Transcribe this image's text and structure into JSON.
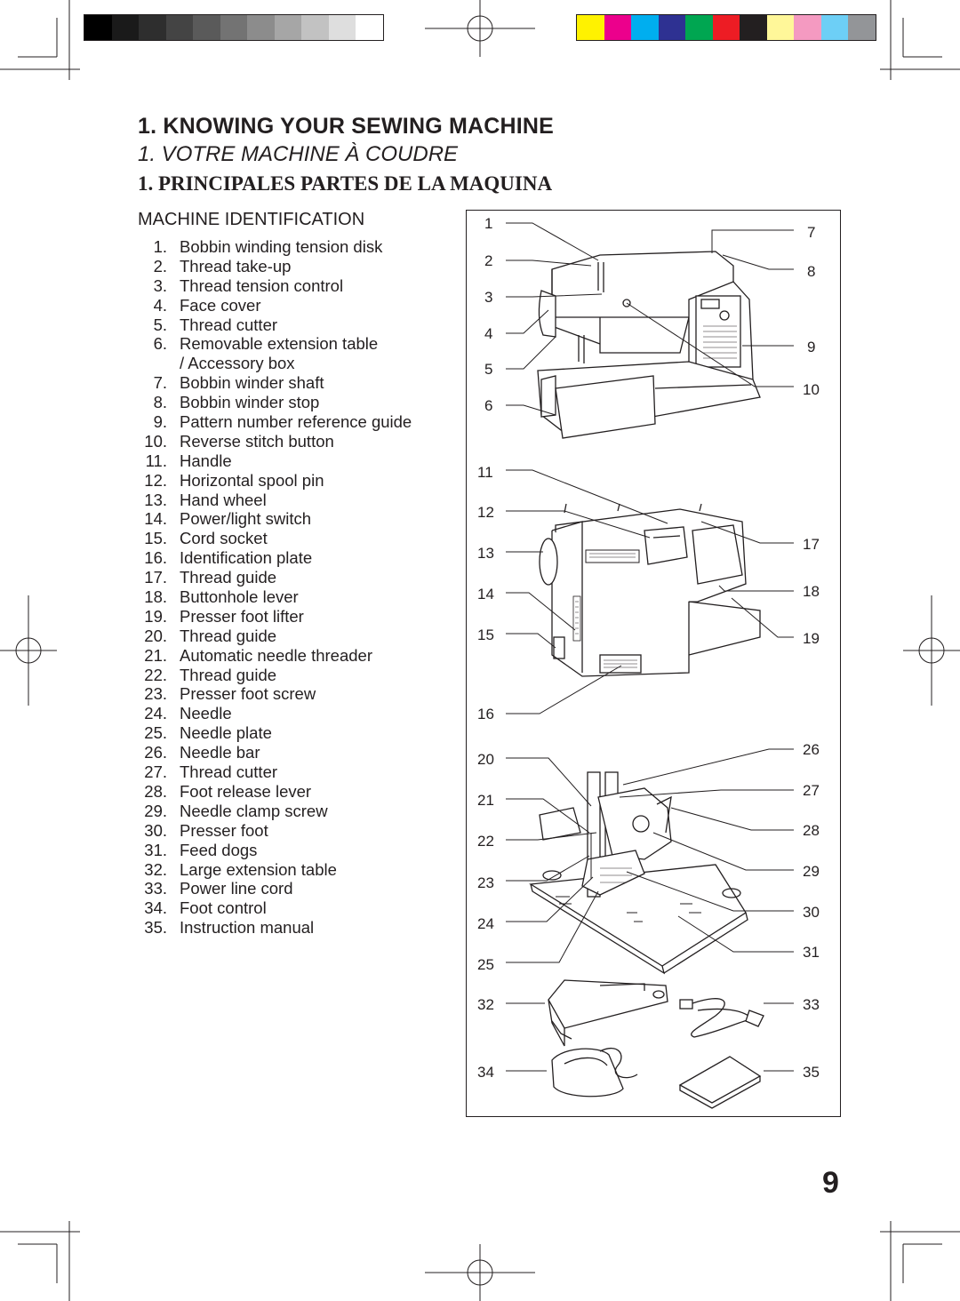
{
  "print_marks": {
    "grayscale_swatches": [
      "#000000",
      "#1a1a1a",
      "#2e2e2e",
      "#444444",
      "#5a5a5a",
      "#737373",
      "#8c8c8c",
      "#a6a6a6",
      "#c2c2c2",
      "#dedede",
      "#ffffff"
    ],
    "color_swatches": [
      "#fff200",
      "#ec008c",
      "#00aeef",
      "#2e3192",
      "#00a651",
      "#ed1c24",
      "#231f20",
      "#fff799",
      "#f49ac1",
      "#6dcff6",
      "#939598"
    ]
  },
  "titles": {
    "en": "1.  KNOWING YOUR SEWING MACHINE",
    "fr": "1.  VOTRE MACHINE À COUDRE",
    "es": "1.  PRINCIPALES PARTES DE LA MAQUINA"
  },
  "section_heading": "MACHINE IDENTIFICATION",
  "parts": [
    {
      "num": "1.",
      "label": "Bobbin winding tension disk"
    },
    {
      "num": "2.",
      "label": "Thread take-up"
    },
    {
      "num": "3.",
      "label": "Thread tension control"
    },
    {
      "num": "4.",
      "label": "Face cover"
    },
    {
      "num": "5.",
      "label": "Thread cutter"
    },
    {
      "num": "6.",
      "label": "Removable extension table"
    },
    {
      "num": "",
      "label": "/ Accessory box"
    },
    {
      "num": "7.",
      "label": "Bobbin winder shaft"
    },
    {
      "num": "8.",
      "label": "Bobbin winder stop"
    },
    {
      "num": "9.",
      "label": "Pattern number reference guide"
    },
    {
      "num": "10.",
      "label": "Reverse stitch button"
    },
    {
      "num": "11.",
      "label": "Handle"
    },
    {
      "num": "12.",
      "label": "Horizontal spool pin"
    },
    {
      "num": "13.",
      "label": "Hand wheel"
    },
    {
      "num": "14.",
      "label": "Power/light switch"
    },
    {
      "num": "15.",
      "label": "Cord socket"
    },
    {
      "num": "16.",
      "label": "Identification plate"
    },
    {
      "num": "17.",
      "label": "Thread guide"
    },
    {
      "num": "18.",
      "label": "Buttonhole lever"
    },
    {
      "num": "19.",
      "label": "Presser foot lifter"
    },
    {
      "num": "20.",
      "label": "Thread guide"
    },
    {
      "num": "21.",
      "label": "Automatic needle threader"
    },
    {
      "num": "22.",
      "label": "Thread guide"
    },
    {
      "num": "23.",
      "label": "Presser foot screw"
    },
    {
      "num": "24.",
      "label": "Needle"
    },
    {
      "num": "25.",
      "label": "Needle plate"
    },
    {
      "num": "26.",
      "label": "Needle bar"
    },
    {
      "num": "27.",
      "label": "Thread cutter"
    },
    {
      "num": "28.",
      "label": "Foot release lever"
    },
    {
      "num": "29.",
      "label": "Needle clamp screw"
    },
    {
      "num": "30.",
      "label": "Presser foot"
    },
    {
      "num": "31.",
      "label": "Feed dogs"
    },
    {
      "num": "32.",
      "label": "Large extension table"
    },
    {
      "num": "33.",
      "label": "Power line cord"
    },
    {
      "num": "34.",
      "label": "Foot control"
    },
    {
      "num": "35.",
      "label": "Instruction manual"
    }
  ],
  "callouts": {
    "c1": "1",
    "c2": "2",
    "c3": "3",
    "c4": "4",
    "c5": "5",
    "c6": "6",
    "c7": "7",
    "c8": "8",
    "c9": "9",
    "c10": "10",
    "c11": "11",
    "c12": "12",
    "c13": "13",
    "c14": "14",
    "c15": "15",
    "c16": "16",
    "c17": "17",
    "c18": "18",
    "c19": "19",
    "c20": "20",
    "c21": "21",
    "c22": "22",
    "c23": "23",
    "c24": "24",
    "c25": "25",
    "c26": "26",
    "c27": "27",
    "c28": "28",
    "c29": "29",
    "c30": "30",
    "c31": "31",
    "c32": "32",
    "c33": "33",
    "c34": "34",
    "c35": "35"
  },
  "page_number": "9"
}
